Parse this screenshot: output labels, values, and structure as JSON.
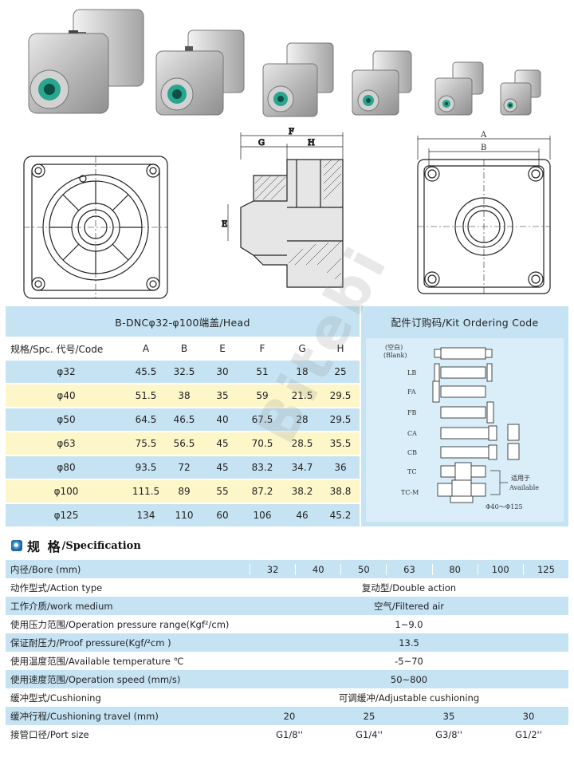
{
  "dimension_table": {
    "title": "B-DNCφ32-φ100端盖/Head",
    "headers": [
      "规格/Spc. 代号/Code",
      "A",
      "B",
      "E",
      "F",
      "G",
      "H"
    ],
    "rows": [
      [
        "φ32",
        "45.5",
        "32.5",
        "30",
        "51",
        "18",
        "25"
      ],
      [
        "φ40",
        "51.5",
        "38",
        "35",
        "59",
        "21.5",
        "29.5"
      ],
      [
        "φ50",
        "64.5",
        "46.5",
        "40",
        "67.5",
        "28",
        "29.5"
      ],
      [
        "φ63",
        "75.5",
        "56.5",
        "45",
        "70.5",
        "28.5",
        "35.5"
      ],
      [
        "φ80",
        "93.5",
        "72",
        "45",
        "83.2",
        "34.7",
        "36"
      ],
      [
        "φ100",
        "111.5",
        "89",
        "55",
        "87.2",
        "38.2",
        "38.8"
      ],
      [
        "φ125",
        "134",
        "110",
        "60",
        "106",
        "46",
        "45.2"
      ]
    ]
  },
  "kit": {
    "title": "配件订购码/Kit  Ordering  Code",
    "codes": [
      "(空白)",
      "(Blank)",
      "LB",
      "FA",
      "FB",
      "CA",
      "CB",
      "TC",
      "TC-M"
    ],
    "applicable_zh": "适用于",
    "applicable_en": "Available",
    "range": "Φ40～Φ125"
  },
  "drawing_labels": {
    "F": "F",
    "G": "G",
    "H": "H",
    "E": "E",
    "A": "A",
    "B": "B"
  },
  "watermark": "Bitebi",
  "spec": {
    "heading_zh": "规 格",
    "heading_en": "/Specification",
    "rows": [
      {
        "label": "内径/Bore  (mm)",
        "cells": [
          "32",
          "40",
          "50",
          "63",
          "80",
          "100",
          "125"
        ]
      },
      {
        "label": "动作型式/Action type",
        "value": "复动型/Double action"
      },
      {
        "label": "工作介质/work medium",
        "value": "空气/Filtered air"
      },
      {
        "label": "使用压力范围/Operation pressure range(Kgf²/cm)",
        "value": "1~9.0"
      },
      {
        "label": "保证耐压力/Proof pressure(Kgf/²cm  )",
        "value": "13.5"
      },
      {
        "label": "使用温度范围/Available temperature  ℃",
        "value": "-5~70"
      },
      {
        "label": "使用速度范围/Operation speed  (mm/s)",
        "value": "50~800"
      },
      {
        "label": "缓冲型式/Cushioning",
        "value": "可调缓冲/Adjustable cushioning"
      },
      {
        "label": "缓冲行程/Cushioning travel  (mm)",
        "cells4": [
          "20",
          "25",
          "35",
          "30"
        ]
      },
      {
        "label": "接管口径/Port size",
        "cells4": [
          "G1/8''",
          "G1/4''",
          "G3/8''",
          "G1/2''"
        ]
      }
    ]
  }
}
